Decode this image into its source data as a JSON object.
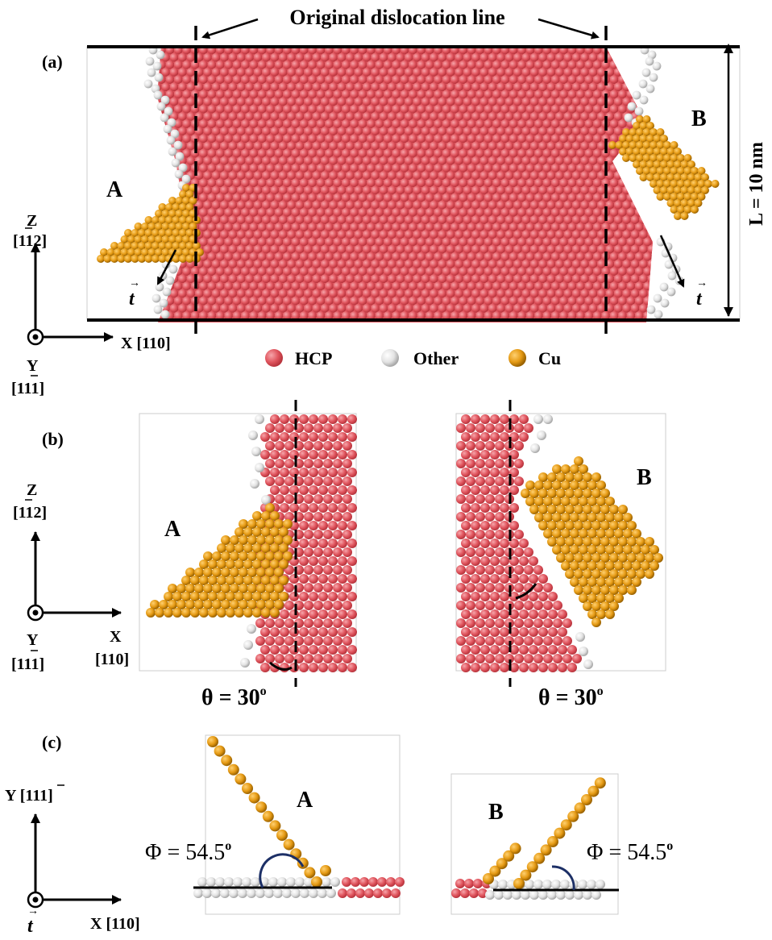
{
  "figure": {
    "panel_a": {
      "label": "(a)",
      "title_annotation": "Original dislocation line",
      "precipitate_a": "A",
      "precipitate_b": "B",
      "length_label": "L = 10 nm",
      "t_vector": "t",
      "axes": {
        "z": "Z",
        "z_dir": "[112]",
        "x": "X [110]",
        "y": "Y",
        "y_dir": "[111]"
      },
      "legend": [
        {
          "name": "HCP",
          "color": "#e0555e"
        },
        {
          "name": "Other",
          "color": "#e8e8e8"
        },
        {
          "name": "Cu",
          "color": "#e59a14"
        }
      ]
    },
    "panel_b": {
      "label": "(b)",
      "precipitate_a": "A",
      "precipitate_b": "B",
      "theta_a": "θ = 30",
      "theta_b": "θ = 30",
      "degree": "o",
      "axes": {
        "z": "Z",
        "z_dir": "[112]",
        "x": "X",
        "x_dir": "[110]",
        "y": "Y",
        "y_dir": "[111]"
      }
    },
    "panel_c": {
      "label": "(c)",
      "precipitate_a": "A",
      "precipitate_b": "B",
      "phi_a": "Φ = 54.5",
      "phi_b": "Φ = 54.5",
      "degree": "o",
      "axes": {
        "y": "Y [111]",
        "x": "X [110]",
        "t": "t"
      }
    },
    "colors": {
      "hcp": "#e0555e",
      "other": "#e8e8e8",
      "cu": "#e59a14"
    }
  }
}
